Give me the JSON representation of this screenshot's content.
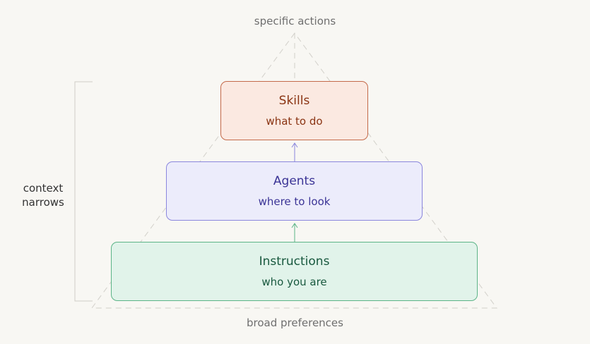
{
  "labels": {
    "top": "specific actions",
    "bottom": "broad preferences",
    "side": "context narrows"
  },
  "layers": {
    "skills": {
      "title": "Skills",
      "subtitle": "what to do",
      "color": "#c46a4a"
    },
    "agents": {
      "title": "Agents",
      "subtitle": "where to look",
      "color": "#8a86dd"
    },
    "instructions": {
      "title": "Instructions",
      "subtitle": "who you are",
      "color": "#5bb487"
    }
  }
}
